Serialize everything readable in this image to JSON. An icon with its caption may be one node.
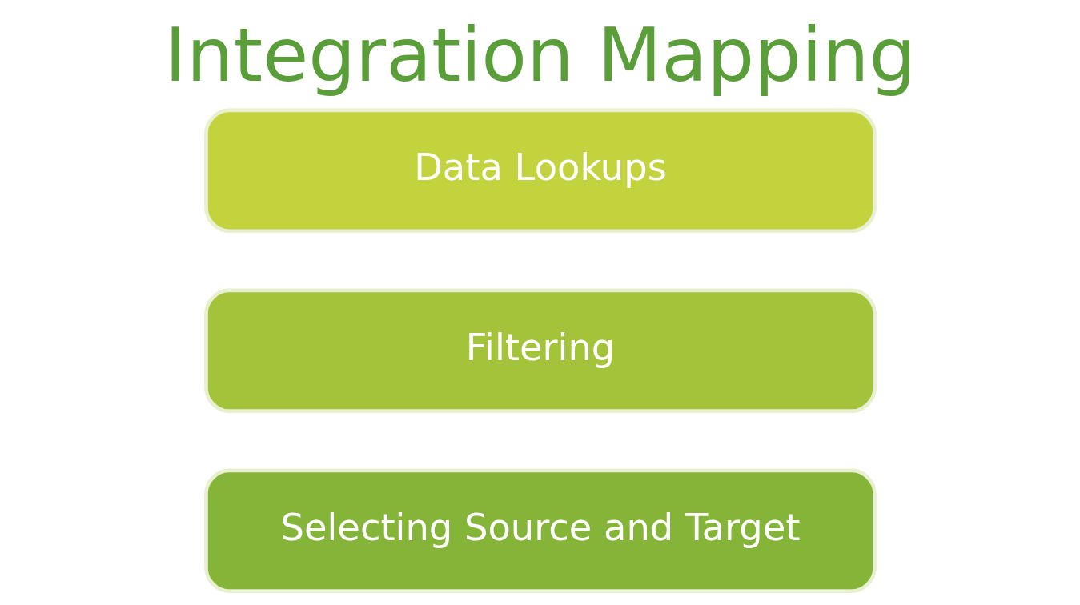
{
  "diagram": {
    "title": "Integration Mapping",
    "nodes": [
      {
        "text": [
          "Selecting Source and Target"
        ]
      },
      {
        "text": [
          "Filtering"
        ]
      },
      {
        "text": [
          "Data Lookups"
        ]
      }
    ]
  }
}
